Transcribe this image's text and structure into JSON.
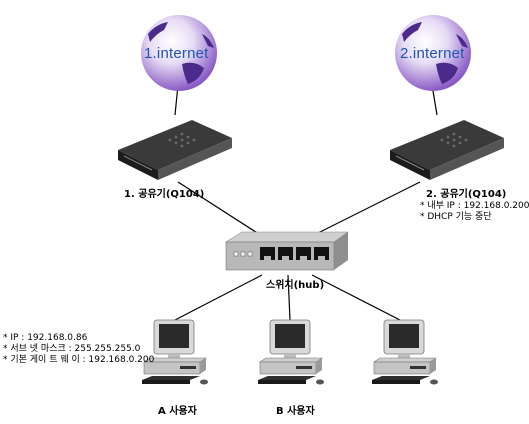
{
  "internet_1": {
    "label": "1.internet"
  },
  "internet_2": {
    "label": "2.internet"
  },
  "router_1": {
    "label": "1. 공유기(Q104)"
  },
  "router_2": {
    "label": "2. 공유기(Q104)",
    "notes": [
      "* 내부 IP : 192.168.0.200",
      "* DHCP 기능 중단"
    ]
  },
  "switch": {
    "label": "스위치(hub)"
  },
  "pc_a": {
    "label": "A 사용자",
    "notes": [
      "* IP : 192.168.0.86",
      "* 서브 넷 마스크 : 255.255.255.0",
      "* 기본 게이 트 웨 이 : 192.168.0.200"
    ]
  },
  "pc_b": {
    "label": "B 사용자"
  },
  "pc_c": {
    "label": ""
  },
  "colors": {
    "globe": "#8a5bc6",
    "land": "#4a2a8a",
    "label_blue": "#1f55b0",
    "device_dark": "#2b2b2b"
  }
}
